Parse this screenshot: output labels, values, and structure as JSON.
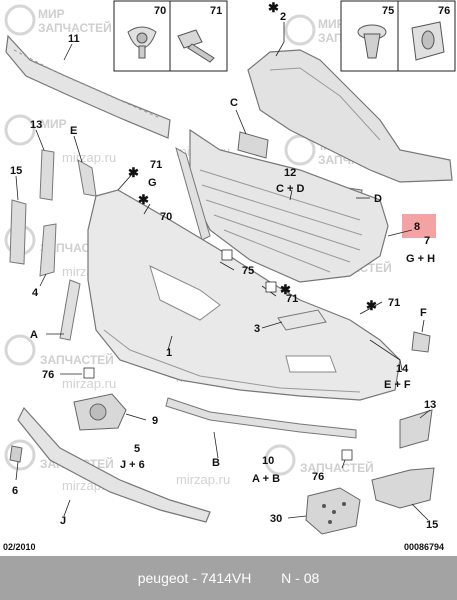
{
  "colors": {
    "part_fill": "#e4e4e4",
    "part_stroke": "#7a7a7a",
    "label": "#111111",
    "highlight": "#f3a3a3",
    "footer_bg": "#a3a3a3",
    "watermark": "#d0d0d0"
  },
  "inset_boxes": [
    {
      "left_label": "70",
      "right_label": "71"
    },
    {
      "left_label": "75",
      "right_label": "76"
    }
  ],
  "callouts": {
    "c11": "11",
    "c2": "2",
    "c13": "13",
    "cE": "E",
    "c15": "15",
    "c71a": "71",
    "cG": "G",
    "cC": "C",
    "c12top": "12",
    "c12bot": "C + D",
    "cD": "D",
    "c8": "8",
    "c7": "7",
    "cGH": "G + H",
    "c70": "70",
    "c75": "75",
    "c71b": "71",
    "c4": "4",
    "c3": "3",
    "c71c": "71",
    "cF": "F",
    "cA": "A",
    "c1": "1",
    "c14top": "14",
    "c14bot": "E + F",
    "c76a": "76",
    "c9": "9",
    "c13b": "13",
    "c5top": "5",
    "c5bot": "J + 6",
    "cB": "B",
    "c10top": "10",
    "c10bot": "A + B",
    "c76b": "76",
    "c6": "6",
    "cJ": "J",
    "c30": "30",
    "c15b": "15"
  },
  "watermark": {
    "brand_top": "МИР",
    "brand_bottom": "ЗАПЧАСТЕЙ",
    "site": "mirzap.ru"
  },
  "footer": {
    "date_code": "02/2010",
    "ref_code": "00086794",
    "brand": "peugeot",
    "dash": "-",
    "part_number": "7414VH",
    "page_label": "N - 08"
  }
}
